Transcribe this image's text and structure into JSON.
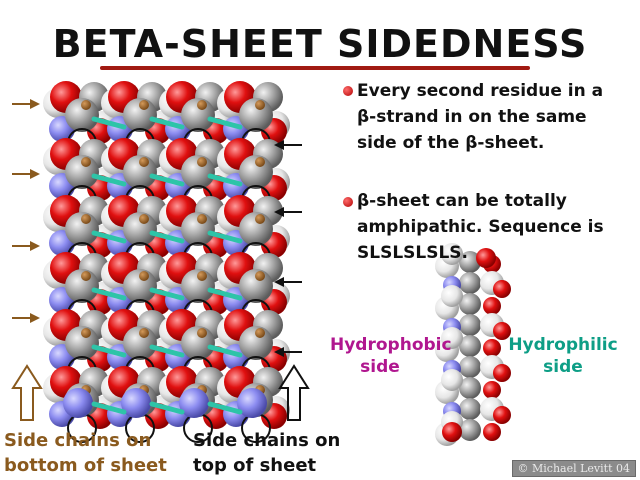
{
  "title": "BETA-SHEET SIDEDNESS",
  "bullets": [
    {
      "lines": [
        "Every second residue in a",
        "β-strand in on the same",
        "side of the β-sheet."
      ]
    },
    {
      "lines": [
        "β-sheet can be totally",
        "amphipathic.  Sequence is",
        "SLSLSLSLS."
      ]
    }
  ],
  "labels": {
    "hydrophobic": [
      "Hydrophobic",
      "side"
    ],
    "hydrophilic": [
      "Hydrophilic",
      "side"
    ],
    "bottom_chains": [
      "Side chains on",
      "bottom of sheet"
    ],
    "top_chains": [
      "Side chains on",
      "top of sheet"
    ]
  },
  "copyright": "© Michael Levitt 04",
  "colors": {
    "title_underline": "#a11a12",
    "hydrophobic_label": "#b0168f",
    "hydrophilic_label": "#0e9e86",
    "bottom_label": "#8a5a1e",
    "arrow_brown": "#8a5a1e",
    "oxygen": "#e01010",
    "nitrogen": "#8c8cf0",
    "carbon": "#9a9a9a",
    "hydrogen": "#eeeeee",
    "hbond": "#2ec4a8",
    "sidechain_bead": "#9a6428"
  },
  "icons": {
    "left_arrows": "arrow-right-brown-icon",
    "right_arrows": "arrow-left-black-icon",
    "up_arrow_brown": "hollow-up-arrow-brown-icon",
    "up_arrow_black": "hollow-up-arrow-black-icon"
  }
}
